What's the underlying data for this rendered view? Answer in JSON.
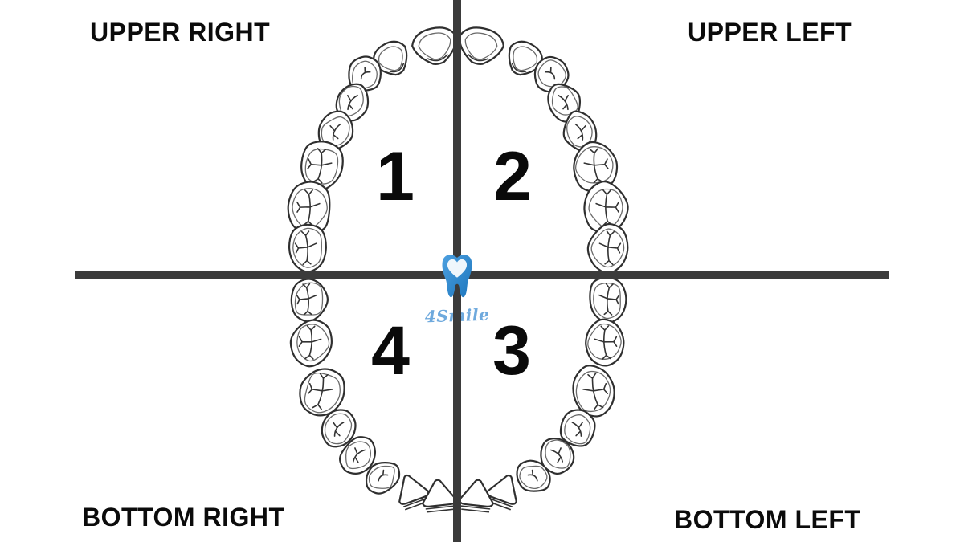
{
  "diagram": {
    "title": "dental quadrant chart",
    "teeth_per_arch": 16
  },
  "quadrants": {
    "upper_right": {
      "number": "1",
      "corner_label": "UPPER RIGHT"
    },
    "upper_left": {
      "number": "2",
      "corner_label": "UPPER LEFT"
    },
    "bottom_left": {
      "number": "3",
      "corner_label": "BOTTOM LEFT"
    },
    "bottom_right": {
      "number": "4",
      "corner_label": "BOTTOM RIGHT"
    }
  },
  "logo": {
    "brand": "4Smile",
    "icon": "tooth-icon"
  },
  "colors": {
    "divider": "#3b3b3b",
    "number_text": "#0a0a0a",
    "label_text": "#0b0b0b",
    "logo_blue": "#2b8bd3",
    "logo_blue_dark": "#1c76bd",
    "brand_text": "#6ea9dd",
    "tooth_line": "#2f2f2f"
  }
}
